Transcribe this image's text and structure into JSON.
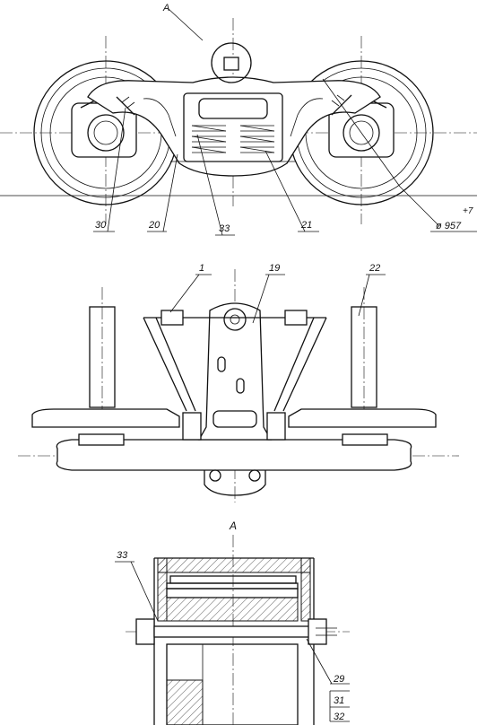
{
  "view_a_marker": "A",
  "section_a_title": "A",
  "diameter": {
    "value": "ø 957",
    "tolerance": "+7"
  },
  "callouts_top": [
    {
      "id": "callout-30",
      "text": "30"
    },
    {
      "id": "callout-20",
      "text": "20"
    },
    {
      "id": "callout-33",
      "text": "33"
    },
    {
      "id": "callout-21",
      "text": "21"
    }
  ],
  "callouts_middle": [
    {
      "id": "callout-1",
      "text": "1"
    },
    {
      "id": "callout-19",
      "text": "19"
    },
    {
      "id": "callout-22",
      "text": "22"
    }
  ],
  "callouts_bottom": [
    {
      "id": "callout-33b",
      "text": "33"
    },
    {
      "id": "callout-29",
      "text": "29"
    },
    {
      "id": "callout-31",
      "text": "31"
    },
    {
      "id": "callout-32",
      "text": "32"
    }
  ]
}
